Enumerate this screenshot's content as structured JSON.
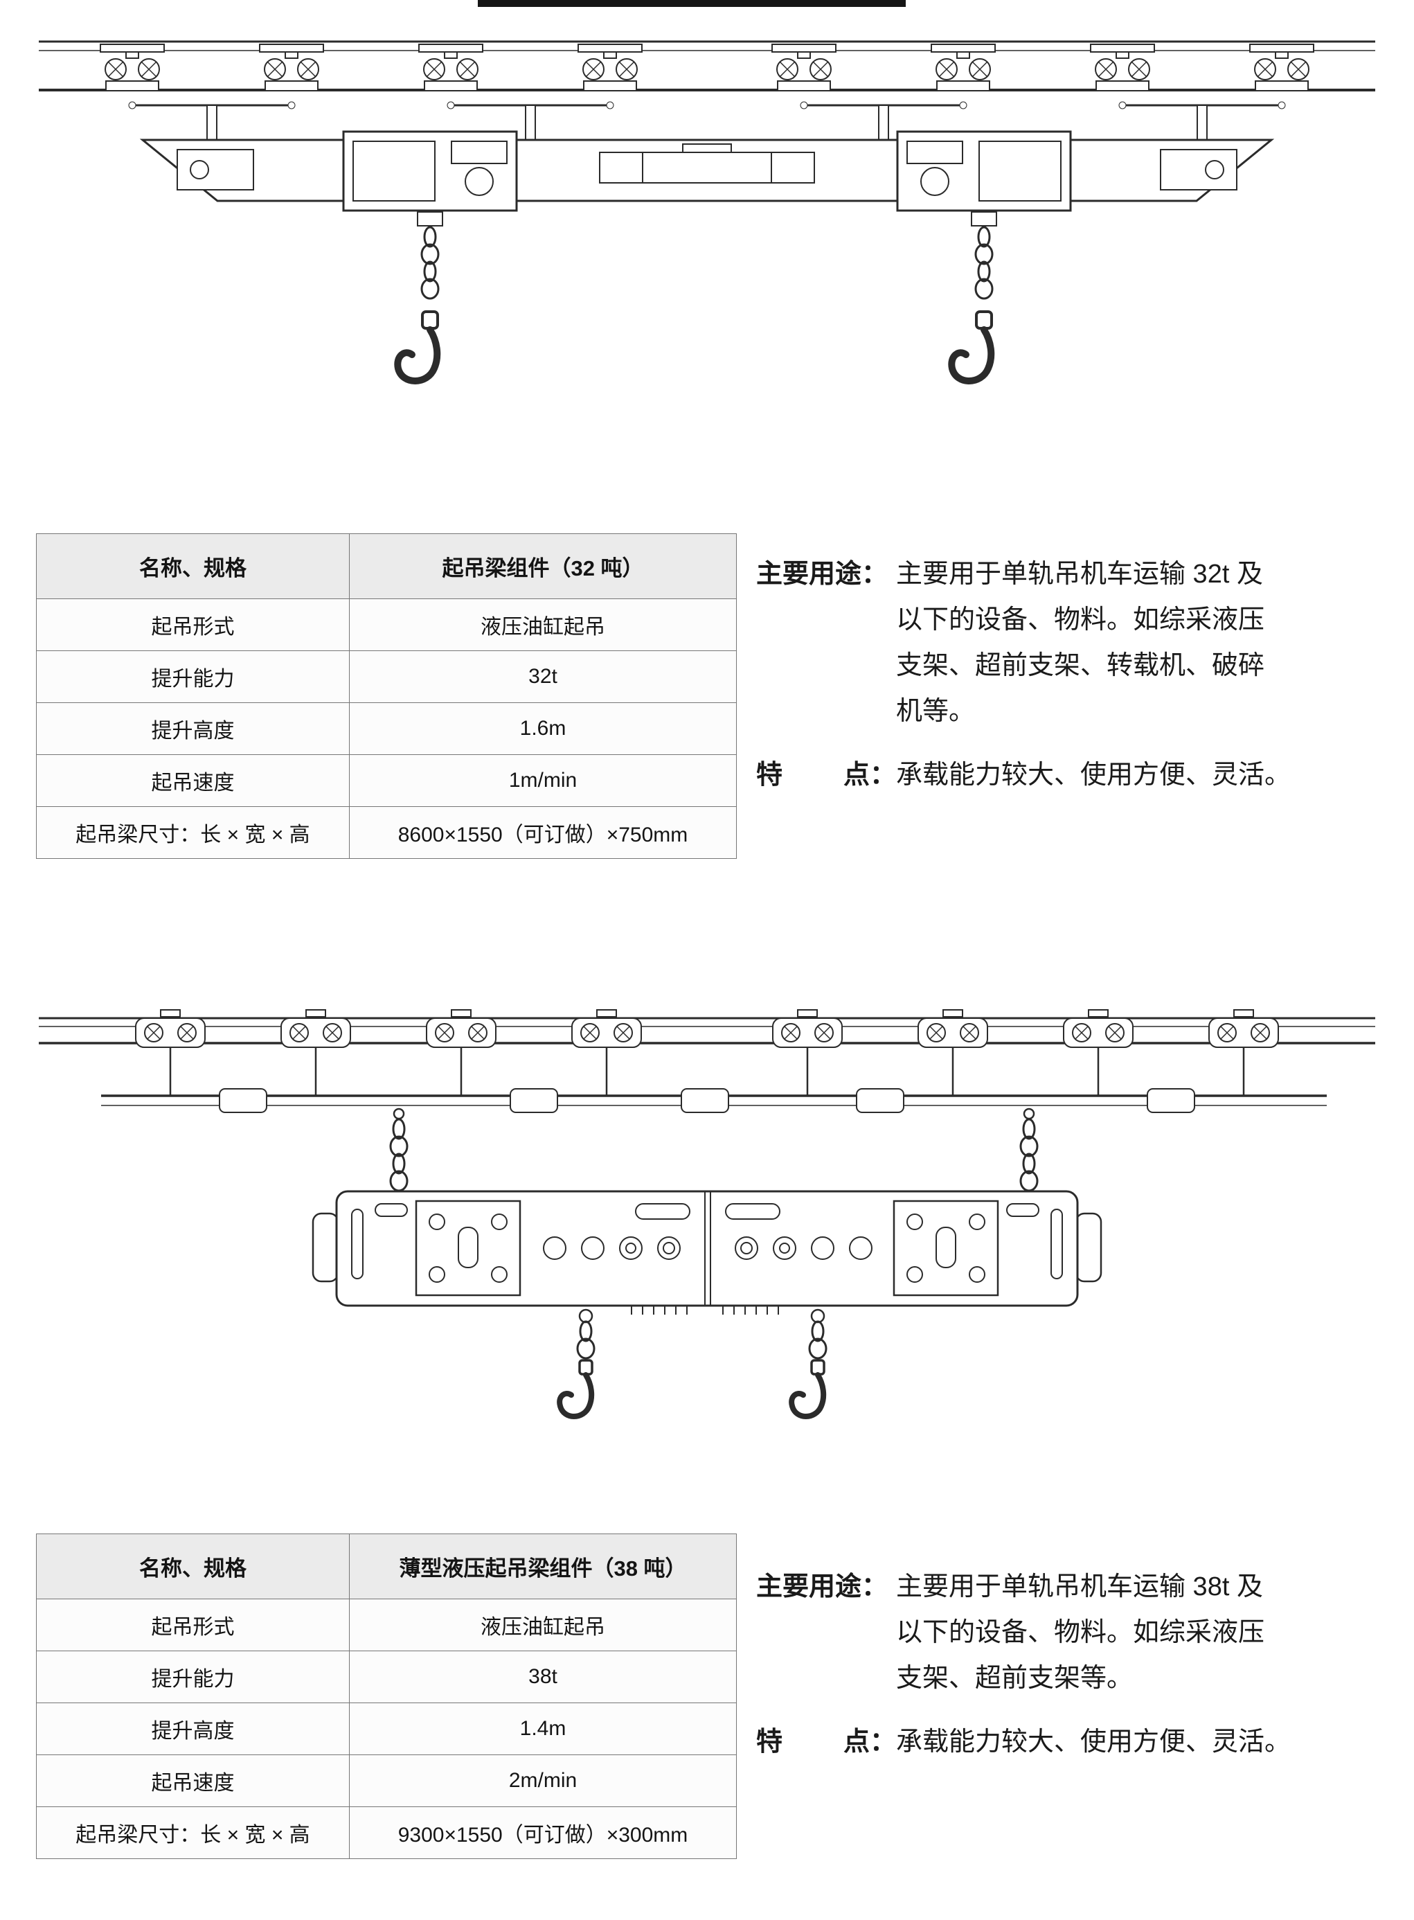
{
  "section_32t": {
    "table": {
      "header": [
        "名称、规格",
        "起吊梁组件（32 吨）"
      ],
      "rows": [
        [
          "起吊形式",
          "液压油缸起吊"
        ],
        [
          "提升能力",
          "32t"
        ],
        [
          "提升高度",
          "1.6m"
        ],
        [
          "起吊速度",
          "1m/min"
        ],
        [
          "起吊梁尺寸：长 × 宽 × 高",
          "8600×1550（可订做）×750mm"
        ]
      ]
    },
    "usage": {
      "label": "主要用途：",
      "lines": [
        "主要用于单轨吊机车运输 32t 及",
        "以下的设备、物料。如综采液压",
        "支架、超前支架、转载机、破碎",
        "机等。"
      ]
    },
    "feature": {
      "label_first": "特",
      "label_last": "点：",
      "text": "承载能力较大、使用方便、灵活。"
    }
  },
  "section_38t": {
    "table": {
      "header": [
        "名称、规格",
        "薄型液压起吊梁组件（38 吨）"
      ],
      "rows": [
        [
          "起吊形式",
          "液压油缸起吊"
        ],
        [
          "提升能力",
          "38t"
        ],
        [
          "提升高度",
          "1.4m"
        ],
        [
          "起吊速度",
          "2m/min"
        ],
        [
          "起吊梁尺寸：长 × 宽 × 高",
          "9300×1550（可订做）×300mm"
        ]
      ]
    },
    "usage": {
      "label": "主要用途：",
      "lines": [
        "主要用于单轨吊机车运输 38t 及",
        "以下的设备、物料。如综采液压",
        "支架、超前支架等。"
      ]
    },
    "feature": {
      "label_first": "特",
      "label_last": "点：",
      "text": "承载能力较大、使用方便、灵活。"
    }
  },
  "colors": {
    "line": "#2b2b2b",
    "table_header_bg": "#ebebeb",
    "top_mark": "#161616"
  }
}
